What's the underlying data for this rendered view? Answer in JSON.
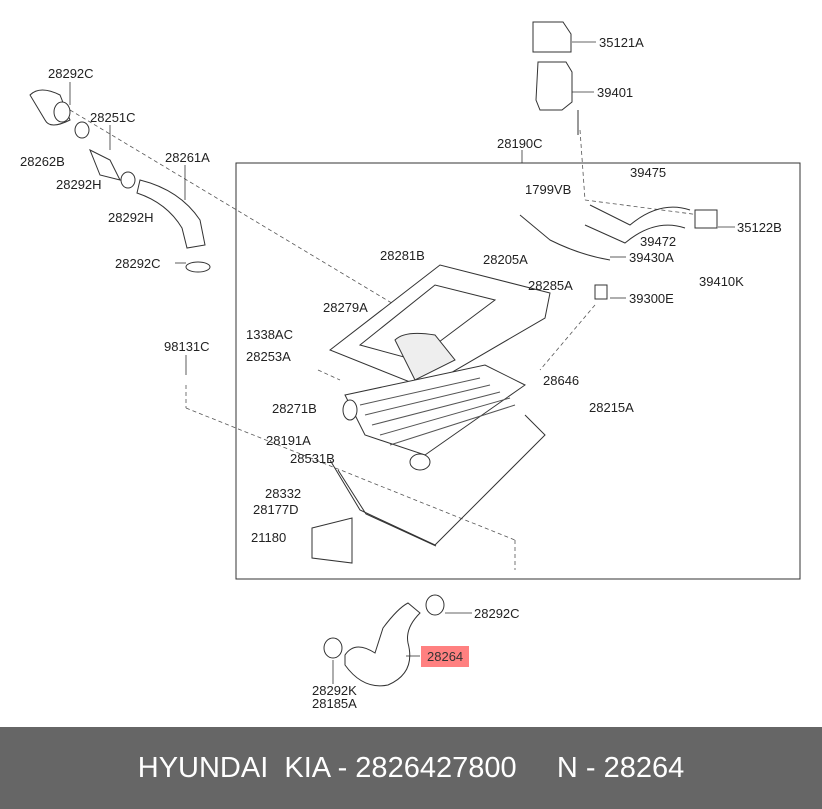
{
  "diagram": {
    "labels": [
      "35121A",
      "39401",
      "28292C",
      "28251C",
      "28262B",
      "28292H",
      "28261A",
      "28292H",
      "28292C",
      "28190C",
      "1799VB",
      "39475",
      "35122B",
      "39472",
      "28281B",
      "28205A",
      "39430A",
      "39410K",
      "28285A",
      "39300E",
      "28279A",
      "1338AC",
      "98131C",
      "28253A",
      "28646",
      "28215A",
      "28271B",
      "28191A",
      "28531B",
      "28332",
      "28177D",
      "21180",
      "28292C",
      "28264",
      "28292K",
      "28185A"
    ],
    "highlighted_part": "28264",
    "highlight_color": "#ff8080"
  },
  "footer": {
    "text": "HYUNDAI  KIA - 2826427800     N - 28264",
    "background": "#666666"
  }
}
